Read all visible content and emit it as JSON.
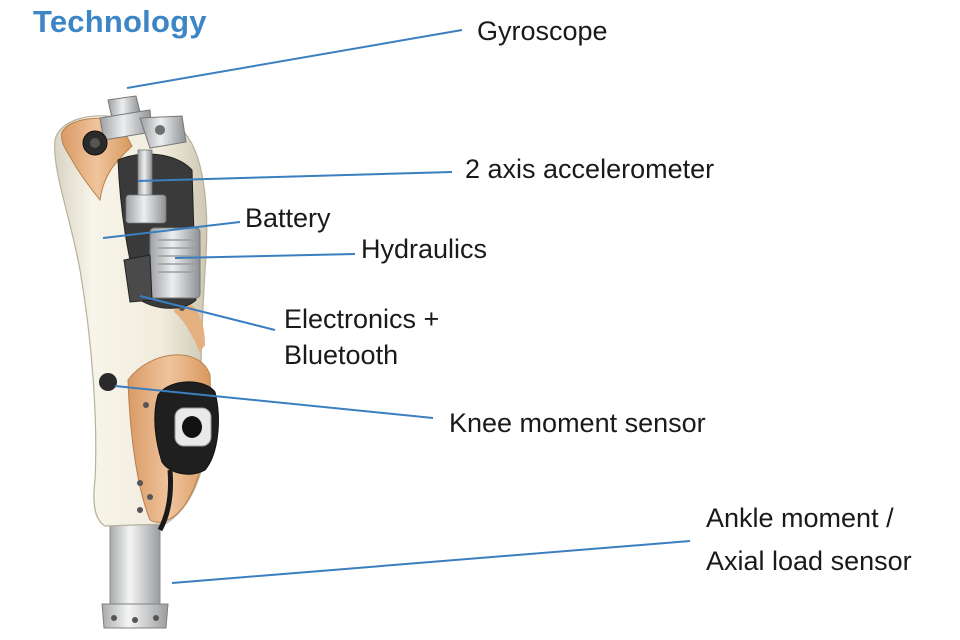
{
  "title": "Technology",
  "labels": {
    "gyroscope": "Gyroscope",
    "accelerometer": "2 axis accelerometer",
    "battery": "Battery",
    "hydraulics": "Hydraulics",
    "electronics_1": "Electronics +",
    "electronics_2": "Bluetooth",
    "knee_sensor": "Knee moment sensor",
    "ankle_1": "Ankle moment /",
    "ankle_2": "Axial load sensor"
  },
  "colors": {
    "title": "#3d86c6",
    "leader_line": "#3b7fc0",
    "shell": "#f3efe2",
    "accent": "#e8b68b",
    "metal": "#c9cbcd",
    "dark": "#2a2a2a"
  }
}
